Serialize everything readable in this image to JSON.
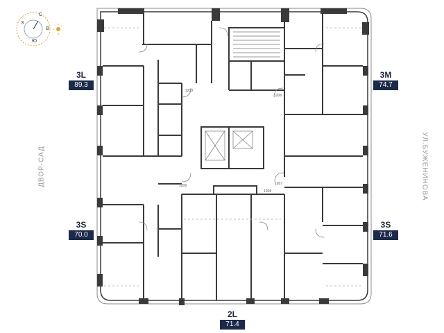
{
  "compass": {
    "north": "С",
    "east": "В",
    "south": "Ю",
    "west": "З"
  },
  "streets": {
    "left": "ДВОР-САД",
    "right": "УЛ.БУЖЕНИНОВА"
  },
  "apartments": [
    {
      "type": "3L",
      "area": "89.3"
    },
    {
      "type": "3M",
      "area": "74.7"
    },
    {
      "type": "3S",
      "area": "70.0"
    },
    {
      "type": "3S",
      "area": "71.6"
    },
    {
      "type": "2L",
      "area": "71.4"
    }
  ],
  "corridor_labels": [
    "1210",
    "1206",
    "1209",
    "1207",
    "1208"
  ],
  "colors": {
    "badge_bg": "#1b2a4a",
    "wall": "#3a3a3a",
    "sun": "#e8a13a"
  }
}
